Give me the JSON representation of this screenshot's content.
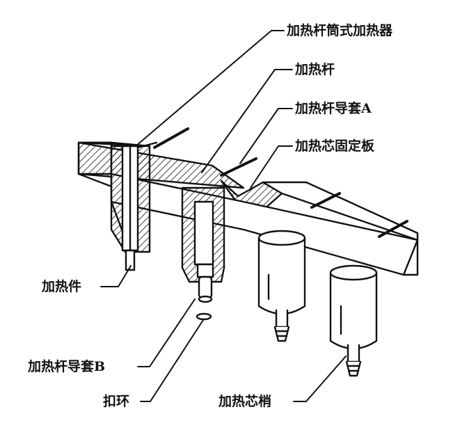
{
  "labels": {
    "heater_tube": "加热杆筒式加热器",
    "heater_rod": "加热杆",
    "rod_guide_a": "加热杆导套A",
    "core_plate": "加热芯固定板",
    "heating_element": "加热件",
    "rod_guide_b": "加热杆导套B",
    "snap_ring": "扣环",
    "core_pin": "加热芯梢"
  },
  "colors": {
    "ink": "#111111",
    "paper": "#ffffff"
  }
}
